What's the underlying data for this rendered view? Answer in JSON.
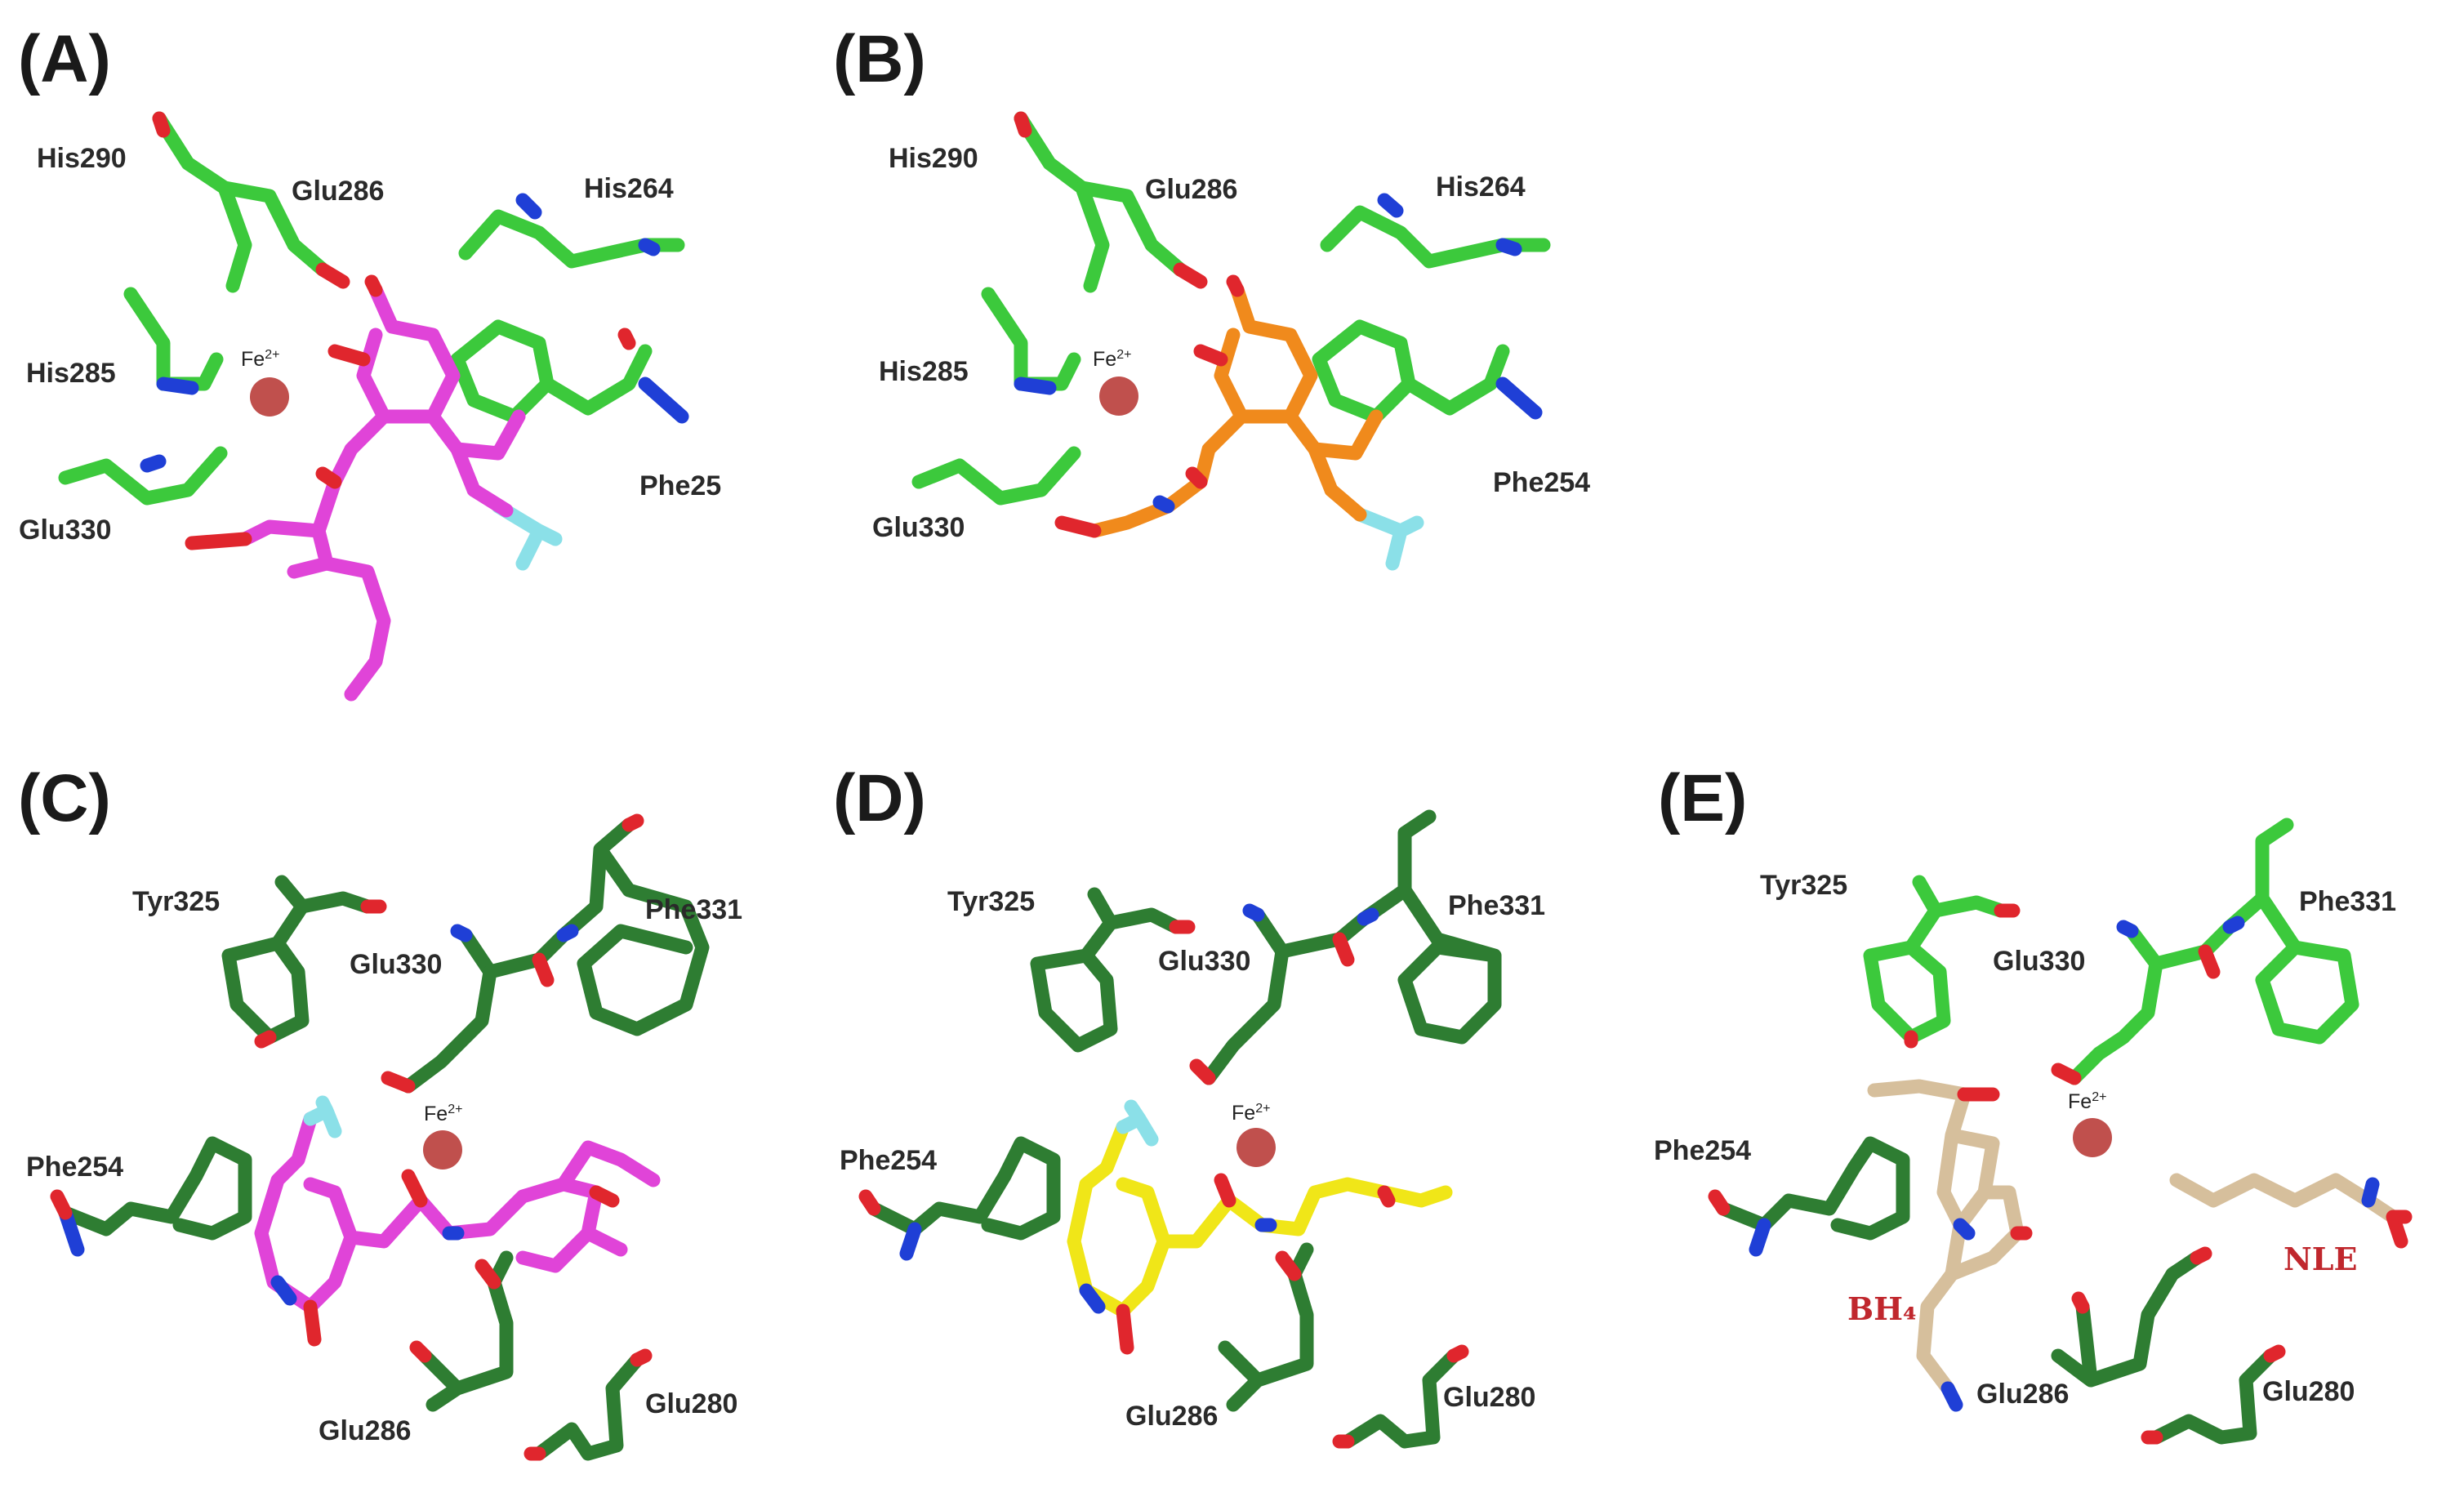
{
  "colors": {
    "carbon_light_green": "#3cc93c",
    "carbon_dark_green": "#2e7d32",
    "nitrogen": "#1f3fd6",
    "oxygen": "#e0262d",
    "fluorine": "#8be0e8",
    "iron": "#c0504d",
    "ligand_magenta": "#e044d8",
    "ligand_orange": "#f08a1c",
    "ligand_yellow": "#f0e618",
    "ligand_tan": "#d6bf9c",
    "label_red": "#c0272d"
  },
  "panels": [
    {
      "letter": "(A)",
      "metal": {
        "label": "Fe",
        "charge": "2+"
      },
      "residues": [
        "His290",
        "Glu286",
        "His264",
        "His285",
        "Glu330",
        "Phe25"
      ]
    },
    {
      "letter": "(B)",
      "metal": {
        "label": "Fe",
        "charge": "2+"
      },
      "residues": [
        "His290",
        "Glu286",
        "His264",
        "His285",
        "Glu330",
        "Phe254"
      ]
    },
    {
      "letter": "(C)",
      "metal": {
        "label": "Fe",
        "charge": "2+"
      },
      "residues": [
        "Tyr325",
        "Glu330",
        "Phe331",
        "Phe254",
        "Glu286",
        "Glu280"
      ]
    },
    {
      "letter": "(D)",
      "metal": {
        "label": "Fe",
        "charge": "2+"
      },
      "residues": [
        "Tyr325",
        "Glu330",
        "Phe331",
        "Phe254",
        "Glu286",
        "Glu280"
      ]
    },
    {
      "letter": "(E)",
      "metal": {
        "label": "Fe",
        "charge": "2+"
      },
      "residues": [
        "Tyr325",
        "Glu330",
        "Phe331",
        "Phe254",
        "Glu286",
        "Glu280"
      ],
      "ligand_labels": [
        "BH₄",
        "NLE"
      ]
    }
  ]
}
